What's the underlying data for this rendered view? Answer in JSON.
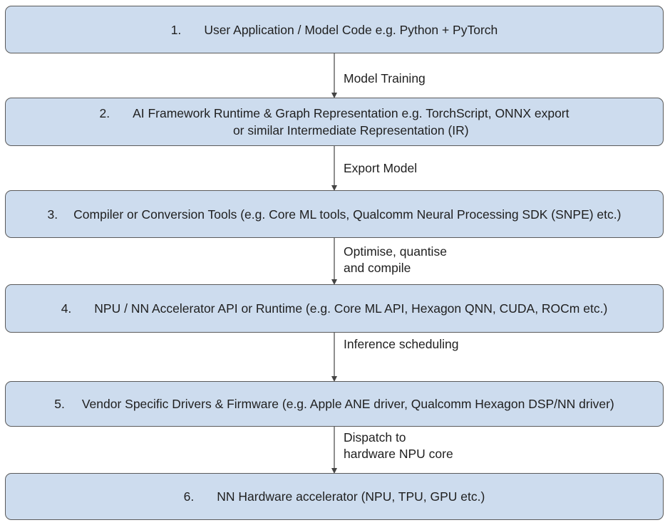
{
  "steps": [
    {
      "number": "1.",
      "line1": "User Application / Model Code e.g. Python + PyTorch",
      "line2": ""
    },
    {
      "number": "2.",
      "line1": "AI Framework Runtime & Graph Representation e.g. TorchScript, ONNX export",
      "line2": "or similar Intermediate Representation (IR)"
    },
    {
      "number": "3.",
      "line1": "Compiler or Conversion Tools (e.g. Core ML tools, Qualcomm Neural Processing SDK (SNPE) etc.)",
      "line2": ""
    },
    {
      "number": "4.",
      "line1": "NPU / NN Accelerator API or Runtime (e.g. Core ML API, Hexagon QNN, CUDA, ROCm etc.)",
      "line2": ""
    },
    {
      "number": "5.",
      "line1": "Vendor Specific Drivers & Firmware (e.g. Apple ANE driver, Qualcomm Hexagon DSP/NN driver)",
      "line2": ""
    },
    {
      "number": "6.",
      "line1": "NN Hardware accelerator (NPU, TPU, GPU etc.)",
      "line2": ""
    }
  ],
  "transitions": [
    {
      "line1": "Model Training",
      "line2": ""
    },
    {
      "line1": "Export Model",
      "line2": ""
    },
    {
      "line1": "Optimise, quantise",
      "line2": "and compile"
    },
    {
      "line1": "Inference scheduling",
      "line2": ""
    },
    {
      "line1": "Dispatch to",
      "line2": "hardware NPU core"
    }
  ],
  "colors": {
    "box_fill": "#cddcee",
    "box_border": "#5a5a5a",
    "arrow": "#444444",
    "text": "#1f1f1f"
  }
}
